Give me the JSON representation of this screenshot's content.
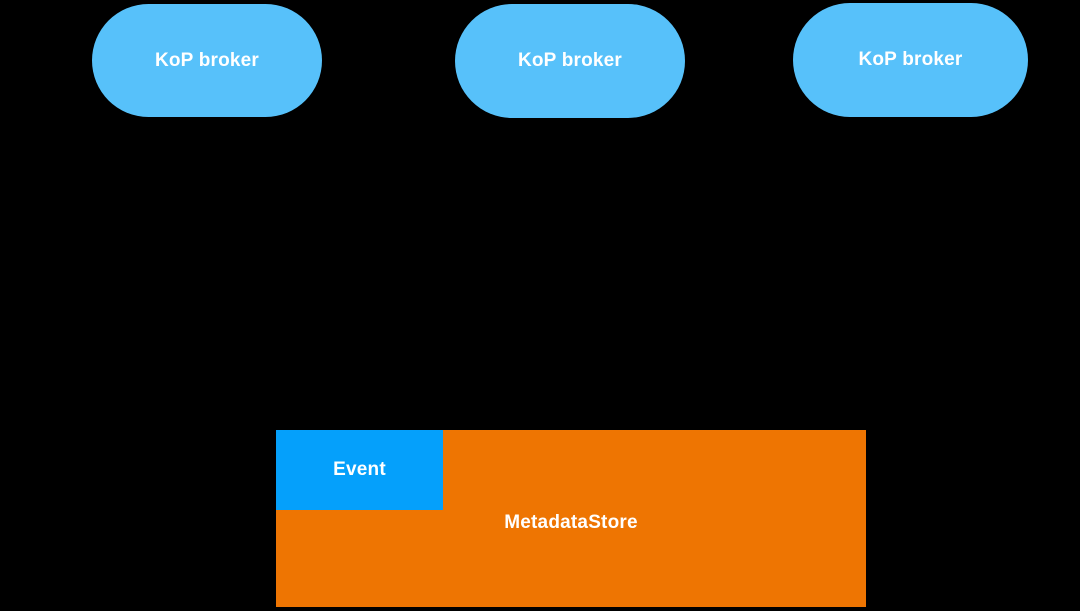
{
  "diagram": {
    "background_color": "#000000",
    "text_color": "#FFFFFF",
    "brokers": {
      "color": "#57C1FA",
      "items": [
        {
          "label": "KoP broker"
        },
        {
          "label": "KoP broker"
        },
        {
          "label": "KoP broker"
        }
      ]
    },
    "metadata_store": {
      "label": "MetadataStore",
      "color": "#EE7502"
    },
    "event": {
      "label": "Event",
      "color": "#05A0FB"
    }
  }
}
